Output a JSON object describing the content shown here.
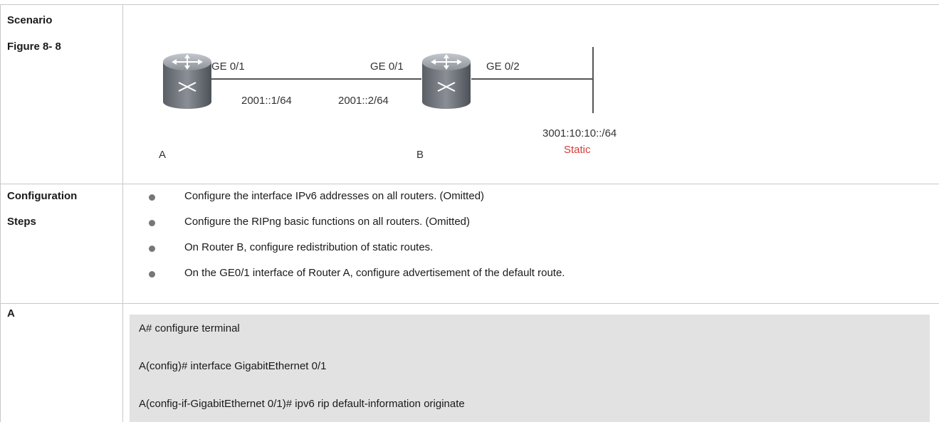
{
  "rows": {
    "scenario": {
      "label_line1": "Scenario",
      "label_line2": "Figure 8- 8",
      "diagram": {
        "router_a_name": "A",
        "router_b_name": "B",
        "a_port": "GE 0/1",
        "b_port_left": "GE 0/1",
        "b_port_right": "GE 0/2",
        "a_addr": "2001::1/64",
        "b_addr": "2001::2/64",
        "network_addr": "3001:10:10::/64",
        "network_tag": "Static",
        "tag_color": "#d83a3a"
      }
    },
    "config": {
      "label_line1": "Configuration",
      "label_line2": "Steps",
      "bullets": [
        "Configure the interface IPv6 addresses on all routers. (Omitted)",
        "Configure the RIPng basic functions on all routers. (Omitted)",
        "On Router B, configure redistribution of static routes.",
        "On the GE0/1 interface of Router A, configure advertisement of the default route."
      ]
    },
    "a": {
      "label": "A",
      "code_lines": [
        "A# configure terminal",
        "A(config)# interface GigabitEthernet 0/1",
        "A(config-if-GigabitEthernet 0/1)# ipv6 rip default-information originate"
      ]
    }
  }
}
